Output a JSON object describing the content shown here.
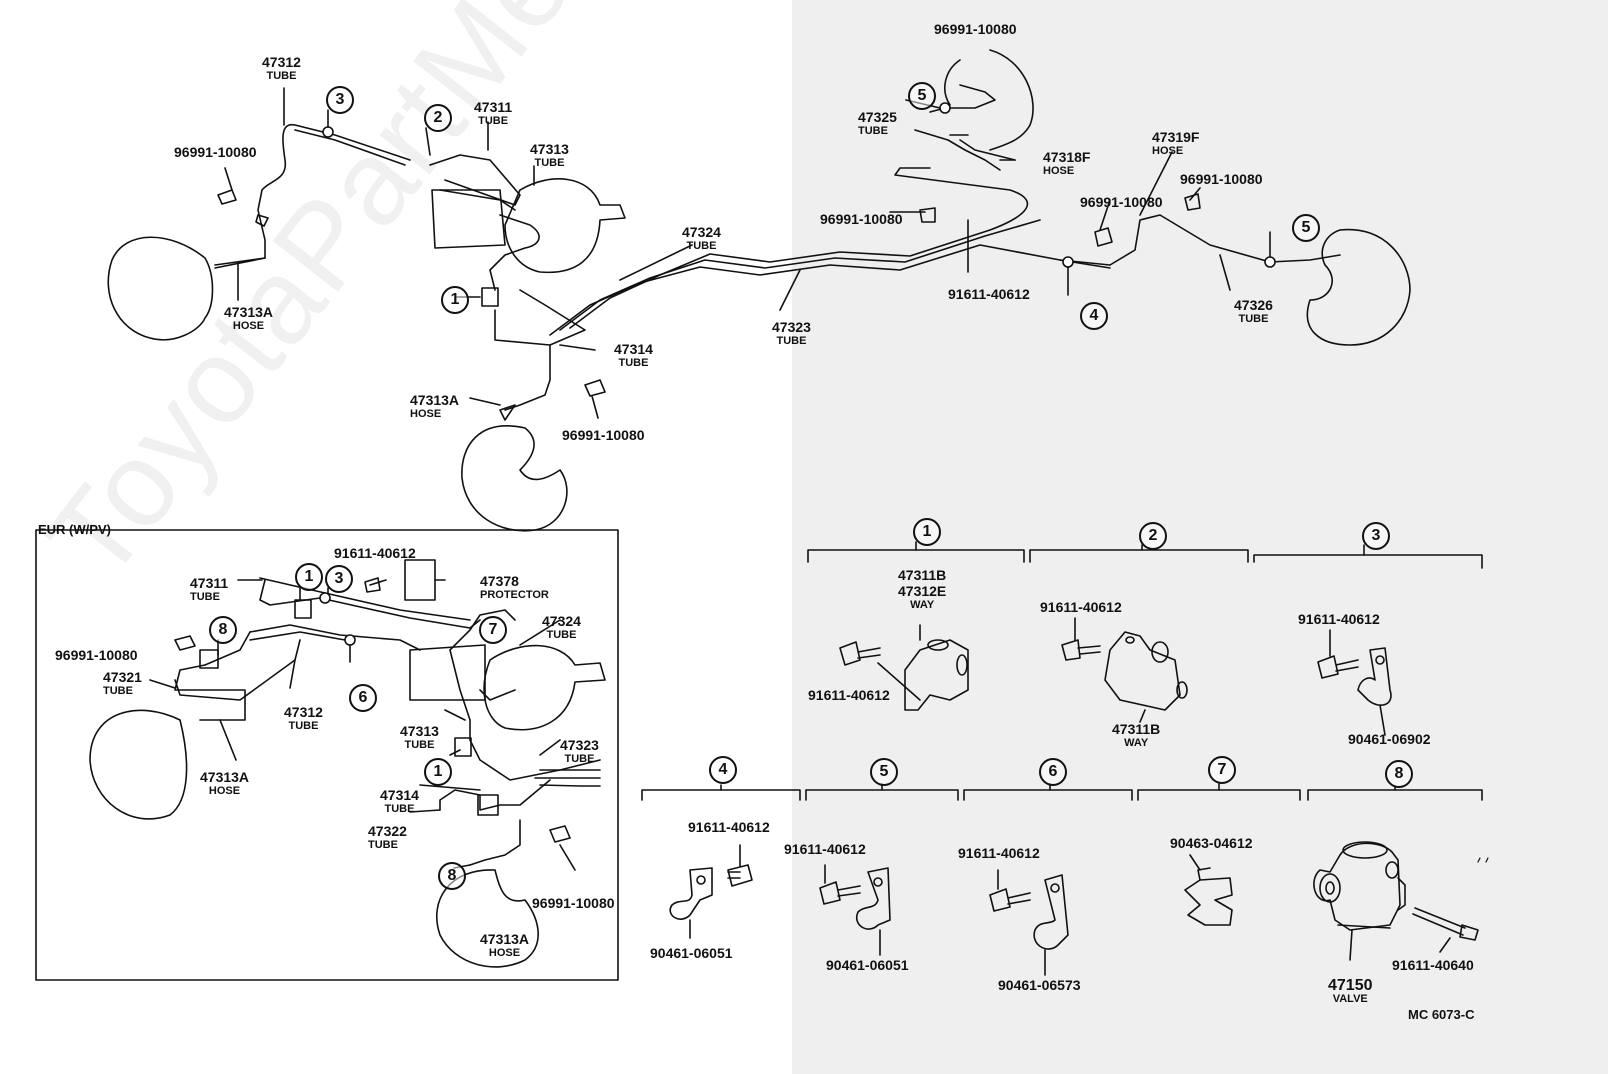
{
  "watermark": "ToyotaPartMe.ru",
  "inset_title": "EUR (W/PV)",
  "diagram_code": "MC 6073-C",
  "labels": {
    "p47312_top": {
      "num": "47312",
      "type": "TUBE"
    },
    "p96991_a": {
      "num": "96991-10080"
    },
    "p47313A_left": {
      "num": "47313A",
      "type": "HOSE"
    },
    "p47311_top": {
      "num": "47311",
      "type": "TUBE"
    },
    "p47313_top": {
      "num": "47313",
      "type": "TUBE"
    },
    "p47324_top": {
      "num": "47324",
      "type": "TUBE"
    },
    "p47314_top": {
      "num": "47314",
      "type": "TUBE"
    },
    "p47313A_bottom": {
      "num": "47313A",
      "type": "HOSE"
    },
    "p96991_b": {
      "num": "96991-10080"
    },
    "p47323_top": {
      "num": "47323",
      "type": "TUBE"
    },
    "p96991_c": {
      "num": "96991-10080"
    },
    "p47325": {
      "num": "47325",
      "type": "TUBE"
    },
    "p47318F": {
      "num": "47318F",
      "type": "HOSE"
    },
    "p96991_d": {
      "num": "96991-10080"
    },
    "p91611_mid": {
      "num": "91611-40612"
    },
    "p47319F": {
      "num": "47319F",
      "type": "HOSE"
    },
    "p96991_e": {
      "num": "96991-10080"
    },
    "p96991_f": {
      "num": "96991-10080"
    },
    "p47326": {
      "num": "47326",
      "type": "TUBE"
    },
    "e91611_a": {
      "num": "91611-40612"
    },
    "e47378": {
      "num": "47378",
      "type": "PROTECTOR"
    },
    "e47311": {
      "num": "47311",
      "type": "TUBE"
    },
    "e47324": {
      "num": "47324",
      "type": "TUBE"
    },
    "e96991_a": {
      "num": "96991-10080"
    },
    "e47321": {
      "num": "47321",
      "type": "TUBE"
    },
    "e47312": {
      "num": "47312",
      "type": "TUBE"
    },
    "e47313A_left": {
      "num": "47313A",
      "type": "HOSE"
    },
    "e47313": {
      "num": "47313",
      "type": "TUBE"
    },
    "e47323": {
      "num": "47323",
      "type": "TUBE"
    },
    "e47314": {
      "num": "47314",
      "type": "TUBE"
    },
    "e47322": {
      "num": "47322",
      "type": "TUBE"
    },
    "e96991_b": {
      "num": "96991-10080"
    },
    "e47313A_bottom": {
      "num": "47313A",
      "type": "HOSE"
    },
    "d1_top": {
      "num": "47311B",
      "num2": "47312E",
      "type": "WAY"
    },
    "d1_bolt": {
      "num": "91611-40612"
    },
    "d2_bolt": {
      "num": "91611-40612"
    },
    "d2_way": {
      "num": "47311B",
      "type": "WAY"
    },
    "d3_bolt": {
      "num": "91611-40612"
    },
    "d3_clamp": {
      "num": "90461-06902"
    },
    "d4_bolt": {
      "num": "91611-40612"
    },
    "d4_clamp": {
      "num": "90461-06051"
    },
    "d5_bolt": {
      "num": "91611-40612"
    },
    "d5_clamp": {
      "num": "90461-06051"
    },
    "d6_bolt": {
      "num": "91611-40612"
    },
    "d6_clamp": {
      "num": "90461-06573"
    },
    "d7_clip": {
      "num": "90463-04612"
    },
    "d8_bolt": {
      "num": "91611-40640"
    },
    "d8_valve": {
      "num": "47150",
      "type": "VALVE"
    }
  },
  "callouts": {
    "c1": "1",
    "c2": "2",
    "c3": "3",
    "c4": "4",
    "c5a": "5",
    "c5b": "5",
    "e1a": "1",
    "e1b": "1",
    "e3": "3",
    "e6": "6",
    "e7": "7",
    "e8a": "8",
    "e8b": "8",
    "h1": "1",
    "h2": "2",
    "h3": "3",
    "h4": "4",
    "h5": "5",
    "h6": "6",
    "h7": "7",
    "h8": "8"
  }
}
